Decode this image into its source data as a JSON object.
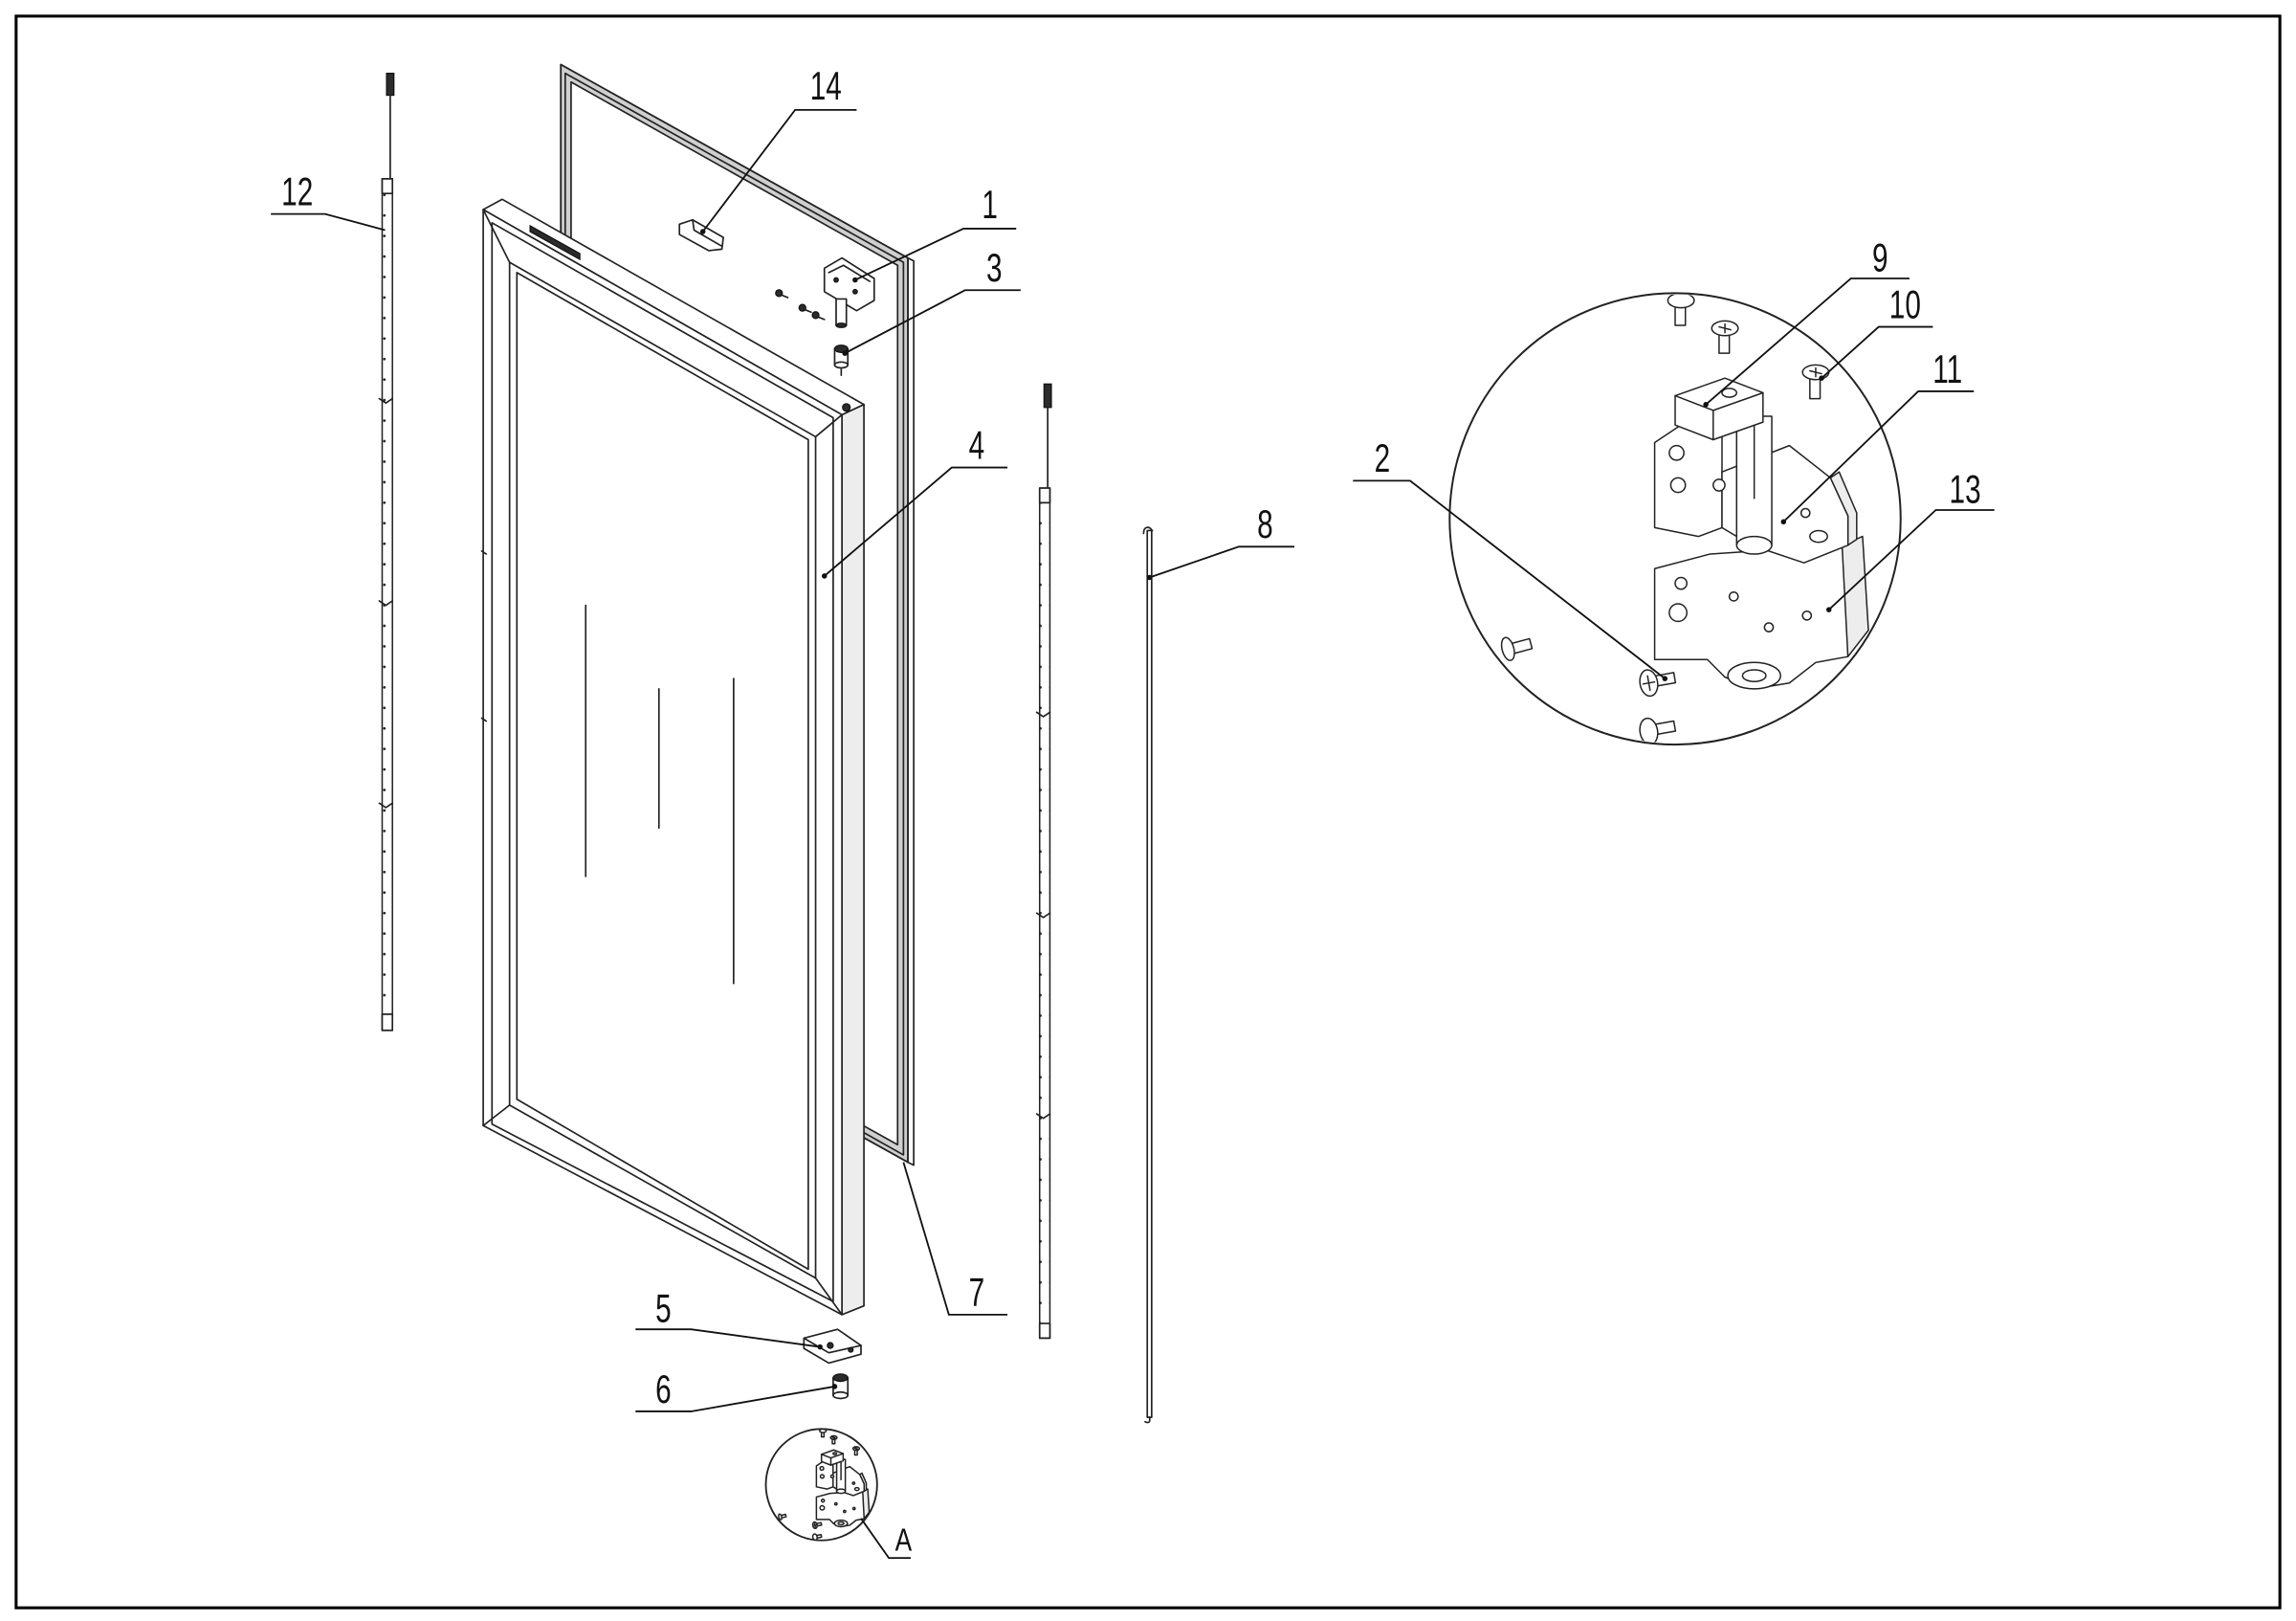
{
  "callouts": [
    {
      "label": "14"
    },
    {
      "label": "1"
    },
    {
      "label": "3"
    },
    {
      "label": "12"
    },
    {
      "label": "4"
    },
    {
      "label": "8"
    },
    {
      "label": "7"
    },
    {
      "label": "5"
    },
    {
      "label": "6"
    },
    {
      "label": "9"
    },
    {
      "label": "10"
    },
    {
      "label": "11"
    },
    {
      "label": "13"
    },
    {
      "label": "2"
    }
  ],
  "detail": {
    "label": "A"
  },
  "colors": {
    "line": "#222222",
    "border": "#000000",
    "background": "#ffffff",
    "gasket_band": "#cfcfcf",
    "side_face": "#ededed"
  }
}
